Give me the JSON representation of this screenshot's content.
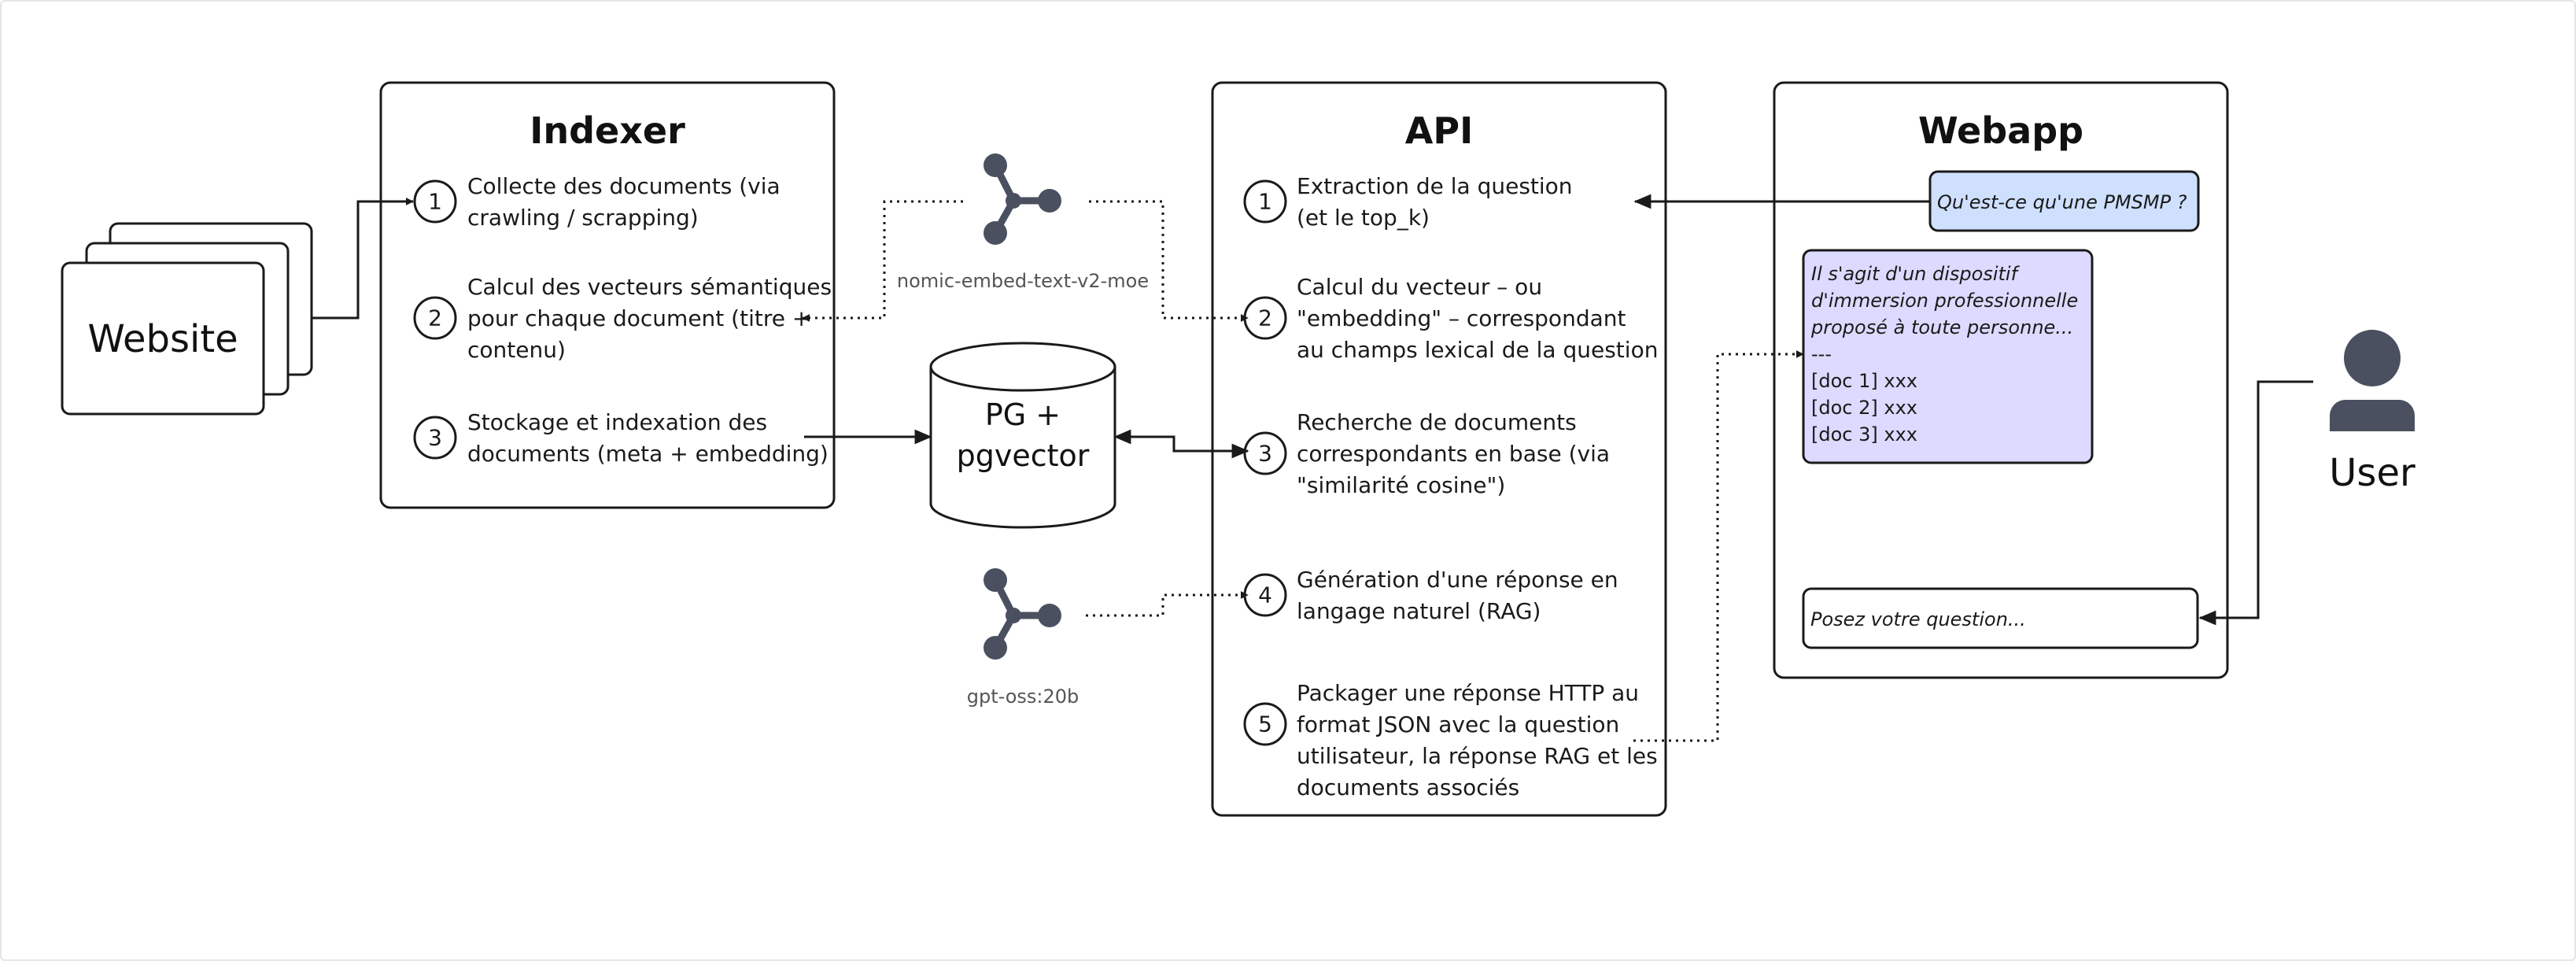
{
  "indexer": {
    "title": "Indexer",
    "steps": [
      {
        "num": "1",
        "lines": [
          "Collecte des documents (via",
          "crawling / scrapping)"
        ]
      },
      {
        "num": "2",
        "lines": [
          "Calcul des vecteurs sémantiques",
          "pour chaque document (titre +",
          "contenu)"
        ]
      },
      {
        "num": "3",
        "lines": [
          "Stockage et indexation des",
          "documents (meta + embedding)"
        ]
      }
    ]
  },
  "website": {
    "label": "Website"
  },
  "embed_model": {
    "label": "nomic-embed-text-v2-moe",
    "icon": "model-icon"
  },
  "llm_model": {
    "label": "gpt-oss:20b",
    "icon": "model-icon"
  },
  "database": {
    "lines": [
      "PG +",
      "pgvector"
    ]
  },
  "api": {
    "title": "API",
    "steps": [
      {
        "num": "1",
        "lines": [
          "Extraction de la question",
          "(et le top_k)"
        ]
      },
      {
        "num": "2",
        "lines": [
          "Calcul du vecteur – ou",
          "\"embedding\" – correspondant",
          "au champs lexical de la question"
        ]
      },
      {
        "num": "3",
        "lines": [
          "Recherche de documents",
          "correspondants en base (via",
          "\"similarité cosine\")"
        ]
      },
      {
        "num": "4",
        "lines": [
          "Génération d'une réponse en",
          "langage naturel (RAG)"
        ]
      },
      {
        "num": "5",
        "lines": [
          "Packager une réponse HTTP  au",
          "format JSON avec la question",
          "utilisateur, la réponse RAG et les",
          "documents associés"
        ]
      }
    ]
  },
  "webapp": {
    "title": "Webapp",
    "question_bubble": "Qu'est-ce qu'une PMSMP ?",
    "answer_lines": [
      "Il s'agit d'un dispositif",
      "d'immersion professionnelle",
      "proposé à toute personne..."
    ],
    "answer_separator": "---",
    "answer_docs": [
      "[doc 1] xxx",
      "[doc 2] xxx",
      "[doc 3] xxx"
    ],
    "input_placeholder": "Posez votre question..."
  },
  "user": {
    "label": "User"
  },
  "colors": {
    "stroke": "#1a1a1a",
    "question_bubble": "#cfe0ff",
    "answer_bubble": "#dcdaff",
    "model_icon": "#4b5060",
    "user_icon": "#4b5060"
  }
}
